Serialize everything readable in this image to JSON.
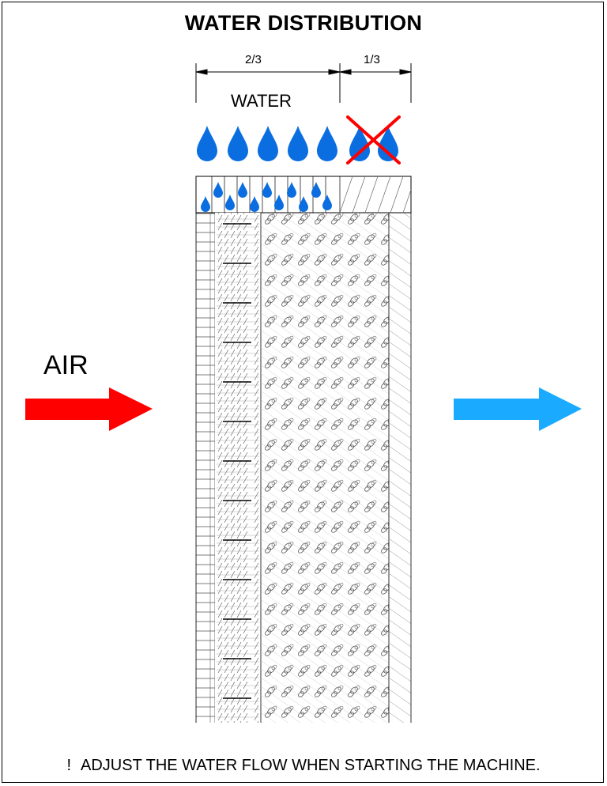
{
  "title": "WATER DISTRIBUTION",
  "dimensions": {
    "left": "2/3",
    "right": "1/3"
  },
  "labels": {
    "water": "WATER",
    "air": "AIR"
  },
  "note": {
    "mark": "!",
    "text": "ADJUST THE WATER FLOW WHEN STARTING THE MACHINE."
  },
  "colors": {
    "water": "#0a6ee0",
    "inlet": "#ff0000",
    "outlet": "#1aaaff",
    "cross": "#ff0000"
  },
  "icons": [
    "water-drop-icon",
    "cross-icon",
    "arrow-right-icon"
  ]
}
